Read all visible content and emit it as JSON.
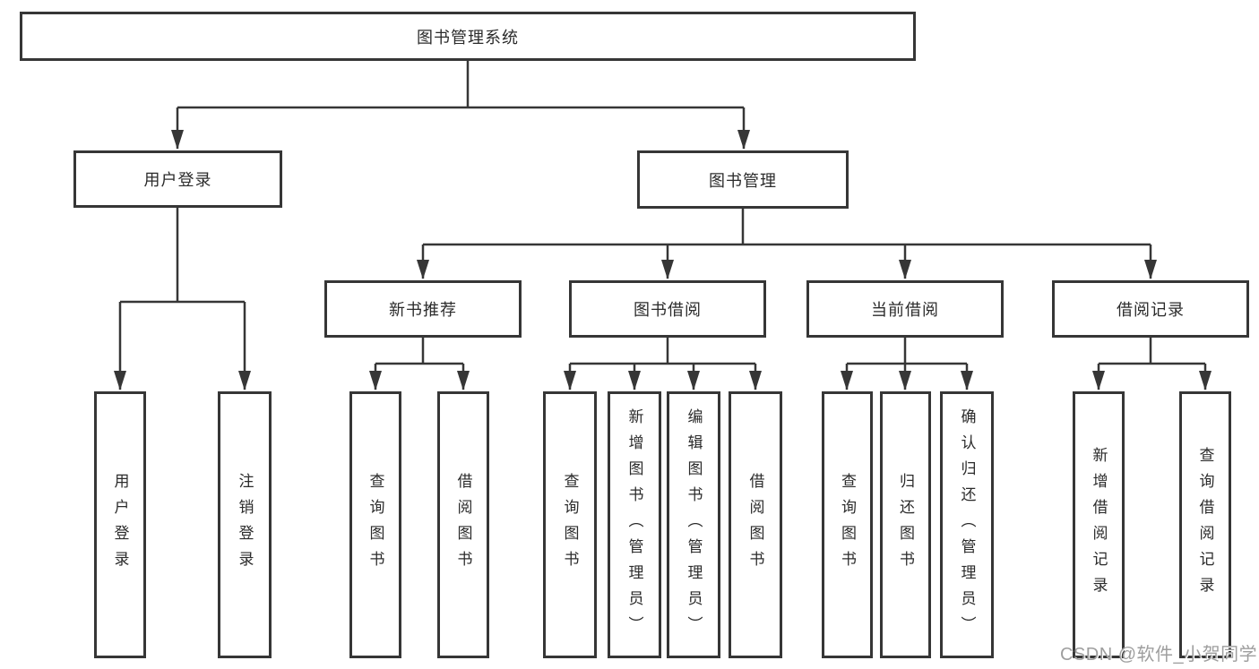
{
  "colors": {
    "line": "#363636",
    "box_border": "#363636",
    "box_background": "#ffffff",
    "text": "#2b2b2b",
    "watermark": "#9e9e9e"
  },
  "tree": {
    "root": {
      "label": "图书管理系统"
    },
    "branches": [
      {
        "label": "用户登录",
        "children": [
          {
            "label": "用户登录"
          },
          {
            "label": "注销登录"
          }
        ]
      },
      {
        "label": "图书管理",
        "children": [
          {
            "label": "新书推荐",
            "children": [
              {
                "label": "查询图书"
              },
              {
                "label": "借阅图书"
              }
            ]
          },
          {
            "label": "图书借阅",
            "children": [
              {
                "label": "查询图书"
              },
              {
                "label": "新增图书（管理员）"
              },
              {
                "label": "编辑图书（管理员）"
              },
              {
                "label": "借阅图书"
              }
            ]
          },
          {
            "label": "当前借阅",
            "children": [
              {
                "label": "查询图书"
              },
              {
                "label": "归还图书"
              },
              {
                "label": "确认归还（管理员）"
              }
            ]
          },
          {
            "label": "借阅记录",
            "children": [
              {
                "label": "新增借阅记录"
              },
              {
                "label": "查询借阅记录"
              }
            ]
          }
        ]
      }
    ]
  },
  "watermark": {
    "label": "CSDN @软件_小贺同学"
  }
}
